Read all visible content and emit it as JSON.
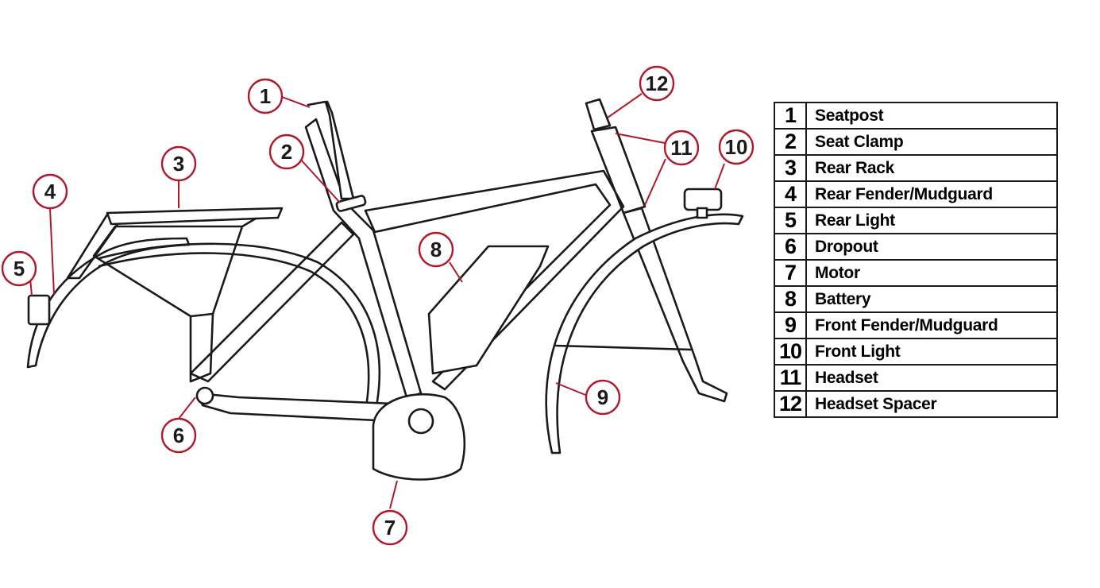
{
  "callouts": [
    {
      "number": "1"
    },
    {
      "number": "2"
    },
    {
      "number": "3"
    },
    {
      "number": "4"
    },
    {
      "number": "5"
    },
    {
      "number": "6"
    },
    {
      "number": "7"
    },
    {
      "number": "8"
    },
    {
      "number": "9"
    },
    {
      "number": "10"
    },
    {
      "number": "11"
    },
    {
      "number": "12"
    }
  ],
  "legend": [
    {
      "number": "1",
      "label": "Seatpost"
    },
    {
      "number": "2",
      "label": "Seat Clamp"
    },
    {
      "number": "3",
      "label": "Rear Rack"
    },
    {
      "number": "4",
      "label": "Rear Fender/Mudguard"
    },
    {
      "number": "5",
      "label": "Rear Light"
    },
    {
      "number": "6",
      "label": "Dropout"
    },
    {
      "number": "7",
      "label": "Motor"
    },
    {
      "number": "8",
      "label": "Battery"
    },
    {
      "number": "9",
      "label": "Front Fender/Mudguard"
    },
    {
      "number": "10",
      "label": "Front Light"
    },
    {
      "number": "11",
      "label": "Headset"
    },
    {
      "number": "12",
      "label": "Headset Spacer"
    }
  ],
  "colors": {
    "callout_ring": "#b0182a",
    "line_art": "#1a1a1a",
    "background": "#ffffff"
  }
}
